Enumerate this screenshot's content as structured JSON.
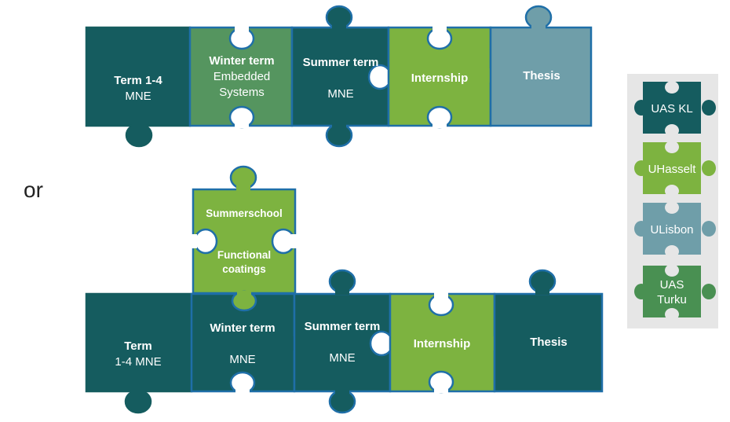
{
  "colors": {
    "dark_teal": "#155c5f",
    "mid_green": "#55955f",
    "lime": "#7db340",
    "steel": "#6f9ea9",
    "legend_green": "#499052",
    "outline": "#1f6fa8",
    "legend_bg": "#e6e6e6"
  },
  "or_label": "or",
  "row1": {
    "pieces": [
      {
        "bold": "Term 1-4",
        "lines": [
          "MNE"
        ]
      },
      {
        "bold": "Winter term",
        "lines": [
          "Embedded",
          "Systems"
        ]
      },
      {
        "bold": "Summer term",
        "lines": [
          "MNE"
        ]
      },
      {
        "bold": "Internship",
        "lines": []
      },
      {
        "bold": "Thesis",
        "lines": []
      }
    ]
  },
  "row2": {
    "summerschool": {
      "title": "Summerschool",
      "subtitle_lines": [
        "Functional",
        "coatings"
      ]
    },
    "pieces": [
      {
        "bold": "Term",
        "lines": [
          "1-4 MNE"
        ]
      },
      {
        "bold": "Winter term",
        "lines": [
          "MNE"
        ]
      },
      {
        "bold": "Summer term",
        "lines": [
          "MNE"
        ]
      },
      {
        "bold": "Internship",
        "lines": []
      },
      {
        "bold": "Thesis",
        "lines": []
      }
    ]
  },
  "legend": {
    "items": [
      {
        "lines": [
          "UAS KL"
        ]
      },
      {
        "lines": [
          "UHasselt"
        ]
      },
      {
        "lines": [
          "ULisbon"
        ]
      },
      {
        "lines": [
          "UAS",
          "Turku"
        ]
      }
    ]
  }
}
